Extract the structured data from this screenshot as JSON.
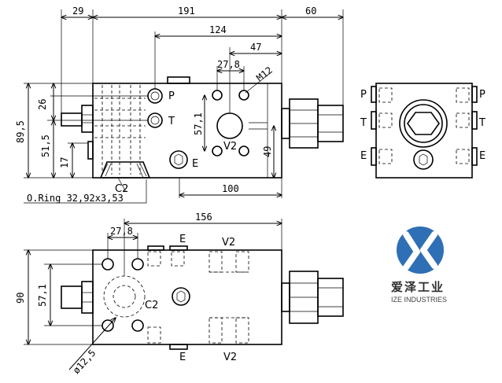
{
  "views": {
    "side": {
      "dims": [
        "29",
        "191",
        "60",
        "124",
        "47",
        "27,8",
        "M12",
        "26",
        "89,5",
        "51,5",
        "17",
        "57,1",
        "49",
        "100"
      ],
      "ports": {
        "p": "P",
        "t": "T",
        "v2": "V2",
        "e": "E",
        "c2": "C2"
      },
      "oring_note": "O.Ring 32,92x3,53"
    },
    "end": {
      "labels": {
        "p_left": "P",
        "p_right": "P",
        "t_left": "T",
        "t_right": "T",
        "e_left": "E",
        "e_right": "E"
      }
    },
    "top": {
      "dims": [
        "156",
        "27,8",
        "90",
        "57,1",
        "ø12,5"
      ],
      "ports": {
        "e_top": "E",
        "v2_top": "V2",
        "c2": "C2",
        "e_bottom": "E",
        "v2_bottom": "V2"
      }
    }
  },
  "brand": {
    "name": "爱泽工业",
    "sub": "IZE INDUSTRIES",
    "colors": {
      "blue": "#2f6fb5",
      "gray": "#2e2e2e"
    }
  }
}
